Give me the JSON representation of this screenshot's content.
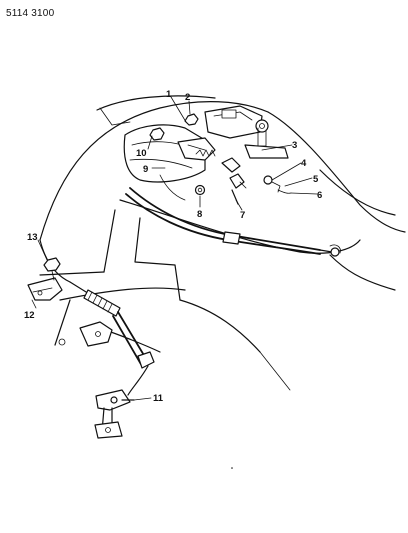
{
  "document": {
    "code": "5114 3100"
  },
  "callouts": [
    {
      "id": "1",
      "label": "1"
    },
    {
      "id": "2",
      "label": "2"
    },
    {
      "id": "3",
      "label": "3"
    },
    {
      "id": "4",
      "label": "4"
    },
    {
      "id": "5",
      "label": "5"
    },
    {
      "id": "6",
      "label": "6"
    },
    {
      "id": "7",
      "label": "7"
    },
    {
      "id": "8",
      "label": "8"
    },
    {
      "id": "9",
      "label": "9"
    },
    {
      "id": "10",
      "label": "10"
    },
    {
      "id": "11",
      "label": "11"
    },
    {
      "id": "12",
      "label": "12"
    },
    {
      "id": "13",
      "label": "13"
    }
  ]
}
